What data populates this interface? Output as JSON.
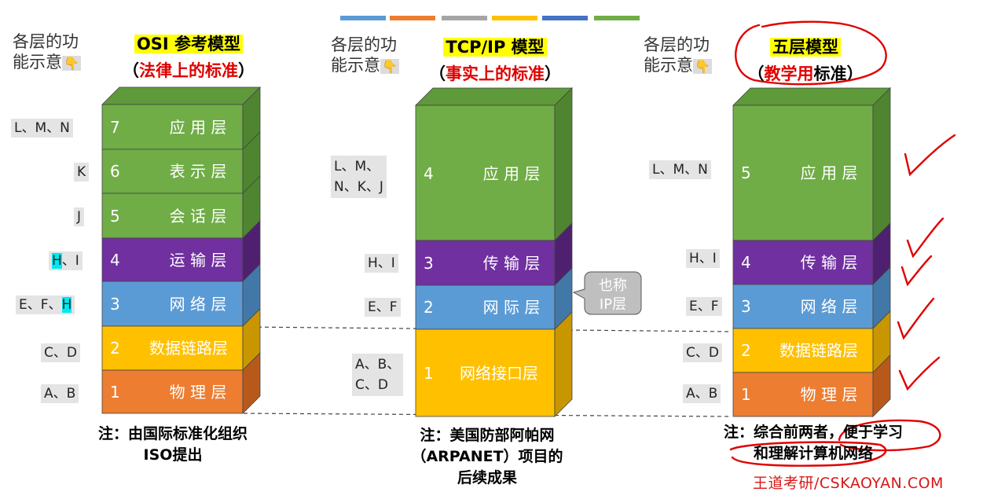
{
  "top_bar_colors": [
    "#5b9bd5",
    "#ed7d31",
    "#a5a5a5",
    "#ffc000",
    "#4472c4",
    "#70ad47"
  ],
  "side_label": {
    "line1": "各层的功",
    "line2": "能示意"
  },
  "hand_glyph": "👇",
  "osi": {
    "title": "OSI 参考模型",
    "subtitle_open": "（",
    "subtitle_red": "法律上的标准",
    "subtitle_close": "）",
    "layers": [
      {
        "num": "7",
        "name": "应 用 层",
        "tag": "L、M、N"
      },
      {
        "num": "6",
        "name": "表 示 层",
        "tag": "K"
      },
      {
        "num": "5",
        "name": "会 话 层",
        "tag": "J"
      },
      {
        "num": "4",
        "name": "运 输 层",
        "tag_a": "H",
        "tag_b": "、I"
      },
      {
        "num": "3",
        "name": "网 络 层",
        "tag_a": "E、F、",
        "tag_b": "H"
      },
      {
        "num": "2",
        "name": "数据链路层",
        "tag": "C、D"
      },
      {
        "num": "1",
        "name": "物 理 层",
        "tag": "A、B"
      }
    ],
    "note_line1": "注：由国际标准化组织",
    "note_line2": "ISO提出"
  },
  "tcpip": {
    "title": "TCP/IP 模型",
    "subtitle_open": "（",
    "subtitle_red": "事实上的标准",
    "subtitle_close": "）",
    "layers": [
      {
        "num": "4",
        "name": "应 用 层",
        "tag_l1": "L、M、",
        "tag_l2": "N、K、J"
      },
      {
        "num": "3",
        "name": "传 输 层",
        "tag": "H、I"
      },
      {
        "num": "2",
        "name": "网 际 层",
        "tag": "E、F"
      },
      {
        "num": "1",
        "name": "网络接口层",
        "tag_l1": "A、B、",
        "tag_l2": "C、D"
      }
    ],
    "callout_l1": "也称",
    "callout_l2": "IP层",
    "note_line1": "注：美国防部阿帕网",
    "note_line2": "（ARPANET）项目的",
    "note_line3": "后续成果"
  },
  "five": {
    "title": "五层模型",
    "subtitle_open": "（",
    "subtitle_red": "教学用",
    "subtitle_black": "标准",
    "subtitle_close": "）",
    "layers": [
      {
        "num": "5",
        "name": "应 用 层",
        "tag": "L、M、N"
      },
      {
        "num": "4",
        "name": "传 输 层",
        "tag": "H、I"
      },
      {
        "num": "3",
        "name": "网 络 层",
        "tag": "E、F"
      },
      {
        "num": "2",
        "name": "数据链路层",
        "tag": "C、D"
      },
      {
        "num": "1",
        "name": "物 理 层",
        "tag": "A、B"
      }
    ],
    "note_line1": "注：综合前两者，便于学习",
    "note_line2": "和理解计算机网络"
  },
  "watermark": "王道考研/CSKAOYAN.COM",
  "colors": {
    "green": "#70ad47",
    "green_top": "#5f9a3a",
    "green_side": "#4f8530",
    "purple": "#7030a0",
    "purple_top": "#5f2888",
    "purple_side": "#4f2070",
    "blue": "#5b9bd5",
    "blue_top": "#4d87bd",
    "blue_side": "#4178a8",
    "yellow": "#ffc000",
    "yellow_top": "#e0a800",
    "yellow_side": "#c89600",
    "orange": "#ed7d31",
    "orange_top": "#d26a24",
    "orange_side": "#b8591c",
    "annotation_red": "#e00000"
  }
}
